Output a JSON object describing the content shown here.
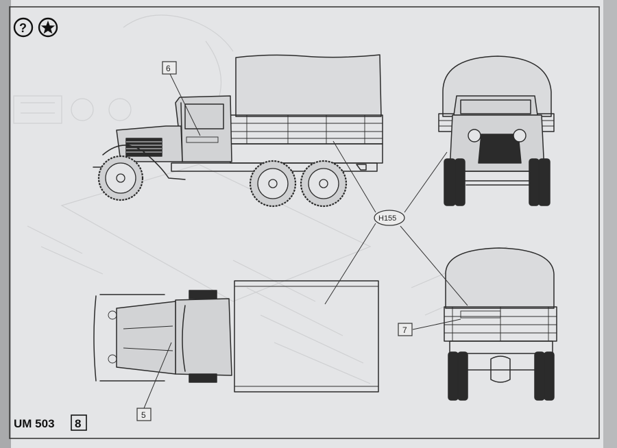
{
  "callouts": {
    "part_6": "6",
    "part_7": "7",
    "part_5": "5"
  },
  "paint_code": "H155",
  "footer": {
    "model_code": "UM 503",
    "page_number": "8"
  },
  "icons": [
    "question-icon",
    "star-icon"
  ],
  "colors": {
    "paper": "#e4e5e7",
    "ink": "#2b2b2b"
  }
}
